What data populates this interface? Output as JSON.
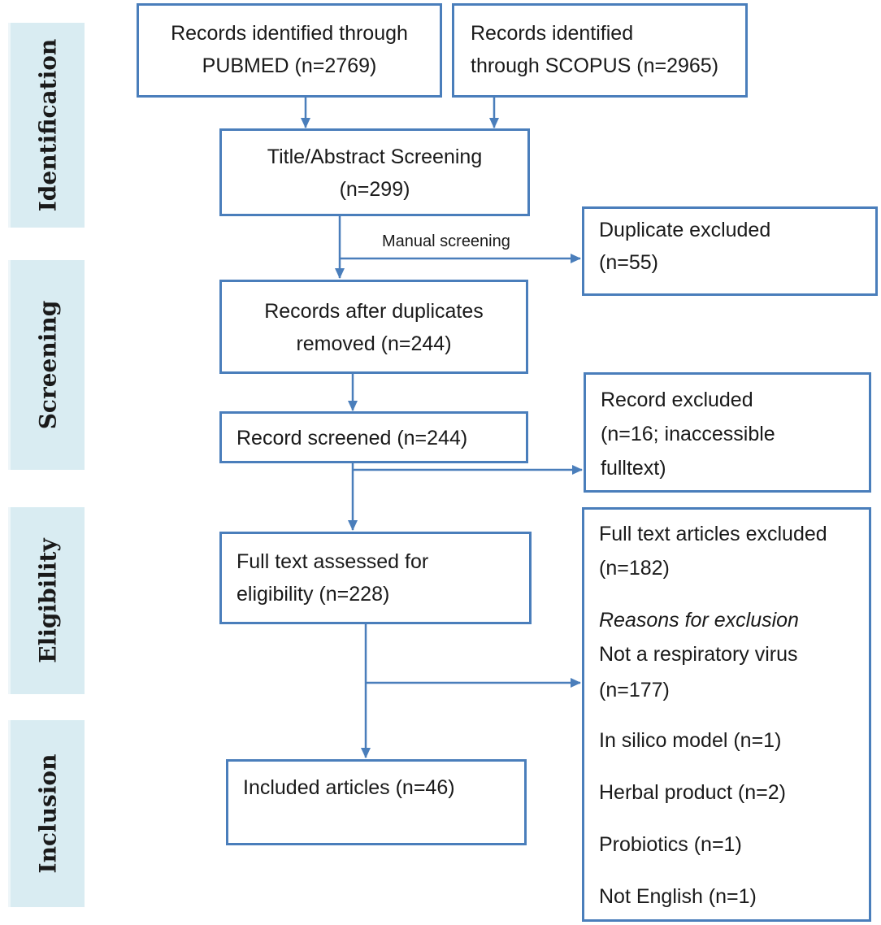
{
  "stages": [
    {
      "id": "identification",
      "label": "Identification"
    },
    {
      "id": "screening",
      "label": "Screening"
    },
    {
      "id": "eligibility",
      "label": "Eligibility"
    },
    {
      "id": "inclusion",
      "label": "Inclusion"
    }
  ],
  "boxes": {
    "pubmed": {
      "lines": [
        "Records identified through",
        "PUBMED (n=2769)"
      ]
    },
    "scopus": {
      "lines": [
        "Records identified",
        "through SCOPUS (n=2965)"
      ]
    },
    "title_abstract": {
      "lines": [
        "Title/Abstract Screening",
        "(n=299)"
      ]
    },
    "duplicate_excluded": {
      "lines": [
        "Duplicate excluded",
        "(n=55)"
      ]
    },
    "after_duplicates": {
      "lines": [
        "Records after duplicates",
        "removed (n=244)"
      ]
    },
    "record_screened": {
      "lines": [
        "Record screened (n=244)"
      ]
    },
    "record_excluded": {
      "lines": [
        "Record excluded",
        "(n=16; inaccessible",
        "fulltext)"
      ]
    },
    "full_text_assessed": {
      "lines": [
        "Full text assessed for",
        "eligibility (n=228)"
      ]
    },
    "full_text_excluded": {
      "title": "Full text articles excluded",
      "count": "(n=182)",
      "reasons_heading": "Reasons for exclusion",
      "reasons": [
        "Not a respiratory virus",
        "(n=177)",
        "In silico model  (n=1)",
        "Herbal product (n=2)",
        "Probiotics (n=1)",
        "Not English (n=1)"
      ]
    },
    "included": {
      "lines": [
        "Included articles (n=46)"
      ]
    }
  },
  "edge_labels": {
    "manual_screening": "Manual screening"
  },
  "colors": {
    "box_border": "#4a7ebb",
    "arrow": "#4a7ebb",
    "stage_fill": "#d9ecf2"
  }
}
